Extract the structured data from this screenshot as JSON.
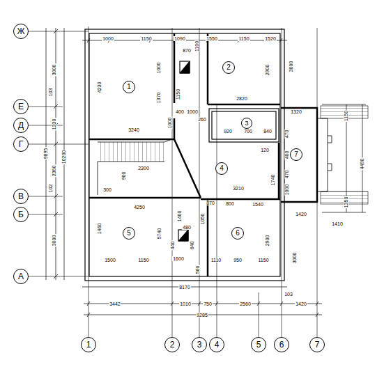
{
  "diagram": {
    "nodes": [
      {
        "text": [
          "Ж"
        ]
      },
      {
        "text": [
          "Е"
        ]
      },
      {
        "text": [
          "Д"
        ]
      },
      {
        "text": [
          "Г"
        ]
      },
      {
        "text": [
          "В"
        ]
      },
      {
        "text": [
          "Б"
        ]
      },
      {
        "text": [
          "А"
        ]
      },
      {
        "text": [
          "1"
        ]
      },
      {
        "text": [
          "2"
        ]
      },
      {
        "text": [
          "3"
        ]
      },
      {
        "text": [
          "4"
        ]
      },
      {
        "text": [
          "5"
        ]
      },
      {
        "text": [
          "6"
        ]
      },
      {
        "text": [
          "7"
        ]
      },
      {
        "text": [
          "1"
        ]
      },
      {
        "text": [
          "2"
        ]
      },
      {
        "text": [
          "3"
        ]
      },
      {
        "text": [
          "4"
        ]
      },
      {
        "text": [
          "5"
        ]
      },
      {
        "text": [
          "6"
        ]
      },
      {
        "text": [
          "7"
        ]
      }
    ],
    "labels": [
      "1000",
      "1150",
      "1090",
      "1100",
      "1550",
      "1150",
      "1520",
      "3000",
      "103",
      "1330",
      "2360",
      "102",
      "3000",
      "9895",
      "10200",
      "4230",
      "1000",
      "1370",
      "1150",
      "870",
      "400",
      "1000",
      "1000",
      "260",
      "2820",
      "920",
      "700",
      "840",
      "3240",
      "2900",
      "3000",
      "1320",
      "1150",
      "4490",
      "1350",
      "1420",
      "1410",
      "120",
      "2300",
      "900",
      "300",
      "1740",
      "3210",
      "4250",
      "870",
      "800",
      "1540",
      "1050",
      "1460",
      "5740",
      "1400",
      "480",
      "440",
      "640",
      "2900",
      "3000",
      "1500",
      "1150",
      "1600",
      "1110",
      "950",
      "1150",
      "560",
      "8170",
      "3442",
      "1010",
      "750",
      "2560",
      "103",
      "1420",
      "9285",
      "400",
      "470",
      "470",
      "1000"
    ]
  }
}
